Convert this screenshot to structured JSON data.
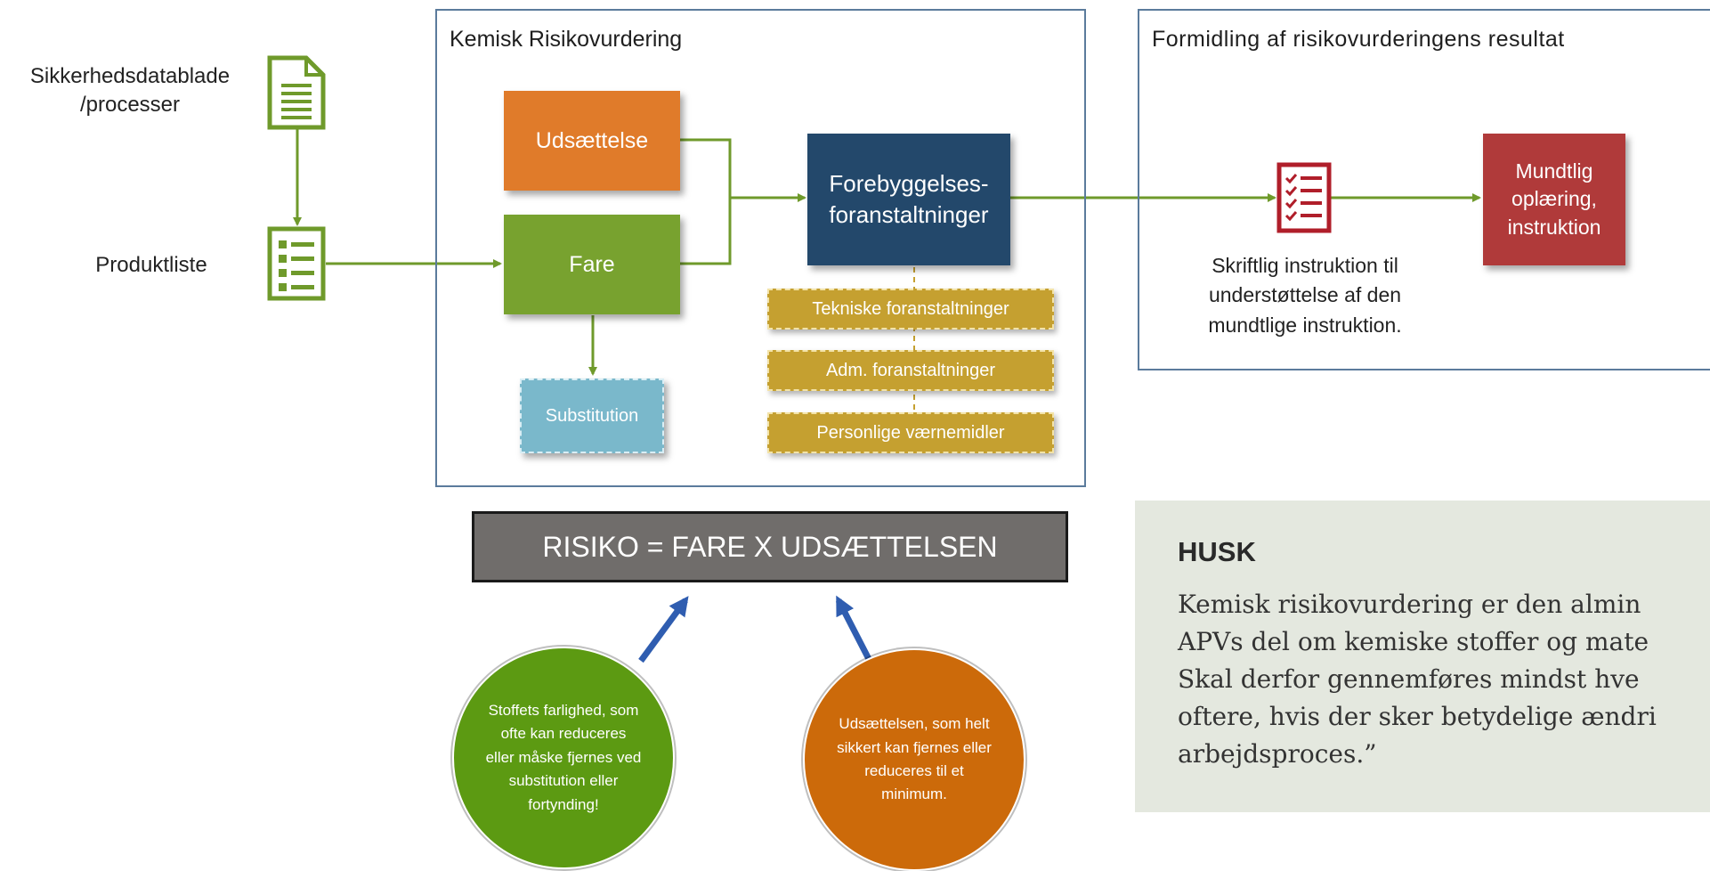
{
  "inputs": {
    "sds_label": "Sikkerhedsdatablade\n/processer",
    "product_label": "Produktliste"
  },
  "risk_panel": {
    "title": "Kemisk Risikovurdering",
    "exposure": "Udsættelse",
    "hazard": "Fare",
    "substitution": "Substitution",
    "prevention": "Forebyggelses-\nforanstaltninger",
    "measures": [
      "Tekniske foranstaltninger",
      "Adm. foranstaltninger",
      "Personlige værnemidler"
    ]
  },
  "communication_panel": {
    "title": "Formidling af risikovurderingens resultat",
    "written_instruction": "Skriftlig instruktion til\nunderstøttelse af den\nmundtlige instruktion.",
    "oral_training": "Mundtlig\noplæring,\ninstruktion"
  },
  "formula": "RISIKO = FARE X UDSÆTTELSEN",
  "bubbles": {
    "hazard_note": "Stoffets farlighed, som\nofte kan reduceres\neller måske fjernes ved\nsubstitution eller\nfortynding!",
    "exposure_note": "Udsættelsen, som helt\nsikkert kan fjernes eller\nreduceres til et\nminimum."
  },
  "husk": {
    "title": "HUSK",
    "text": "Kemisk risikovurdering er den almin\nAPVs del om kemiske stoffer og mate\nSkal derfor gennemføres mindst hve\noftere, hvis der sker betydelige ændri\narbejdsproces.”"
  },
  "colors": {
    "green_line": "#6f9a2b",
    "orange": "#e07b2a",
    "green": "#78a22f",
    "navy": "#23486b",
    "gold": "#c5a030",
    "teal": "#7ab8cb",
    "red": "#b03a3a",
    "formula_bg": "#706d6b",
    "bubble_green": "#5c9a12",
    "bubble_orange": "#cc6a0a",
    "arrow_blue": "#2f5db0"
  }
}
